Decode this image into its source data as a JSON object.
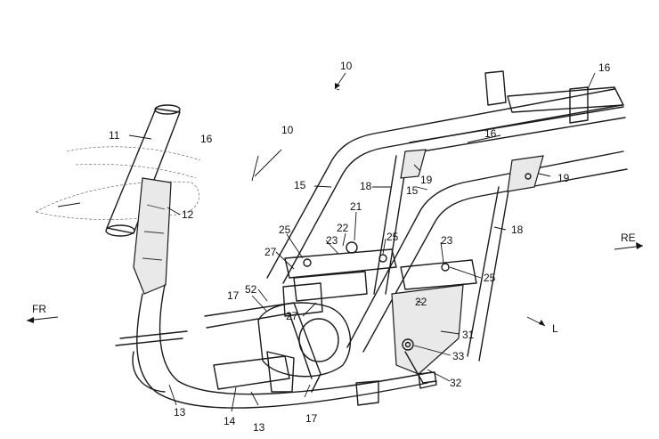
{
  "labels": {
    "l10_top": "10",
    "l10_side": "10",
    "l11": "11",
    "l12": "12",
    "l13_left": "13",
    "l13_bottom": "13",
    "l14": "14",
    "l15_left": "15",
    "l15_mid": "15",
    "l16_top": "16",
    "l16_mid": "16",
    "l16_side": "16",
    "l17_mid": "17",
    "l17_bottom": "17",
    "l18_left": "18",
    "l18_right": "18",
    "l19_left": "19",
    "l19_right": "19",
    "l21": "21",
    "l22_top": "22",
    "l22_bottom": "22",
    "l23_left": "23",
    "l23_right": "23",
    "l25_left": "25",
    "l25_mid": "25",
    "l25_right": "25",
    "l27_top": "27",
    "l27_bottom": "27",
    "l31": "31",
    "l32": "32",
    "l33": "33",
    "l52": "52",
    "fr": "FR",
    "re": "RE",
    "l": "L"
  }
}
